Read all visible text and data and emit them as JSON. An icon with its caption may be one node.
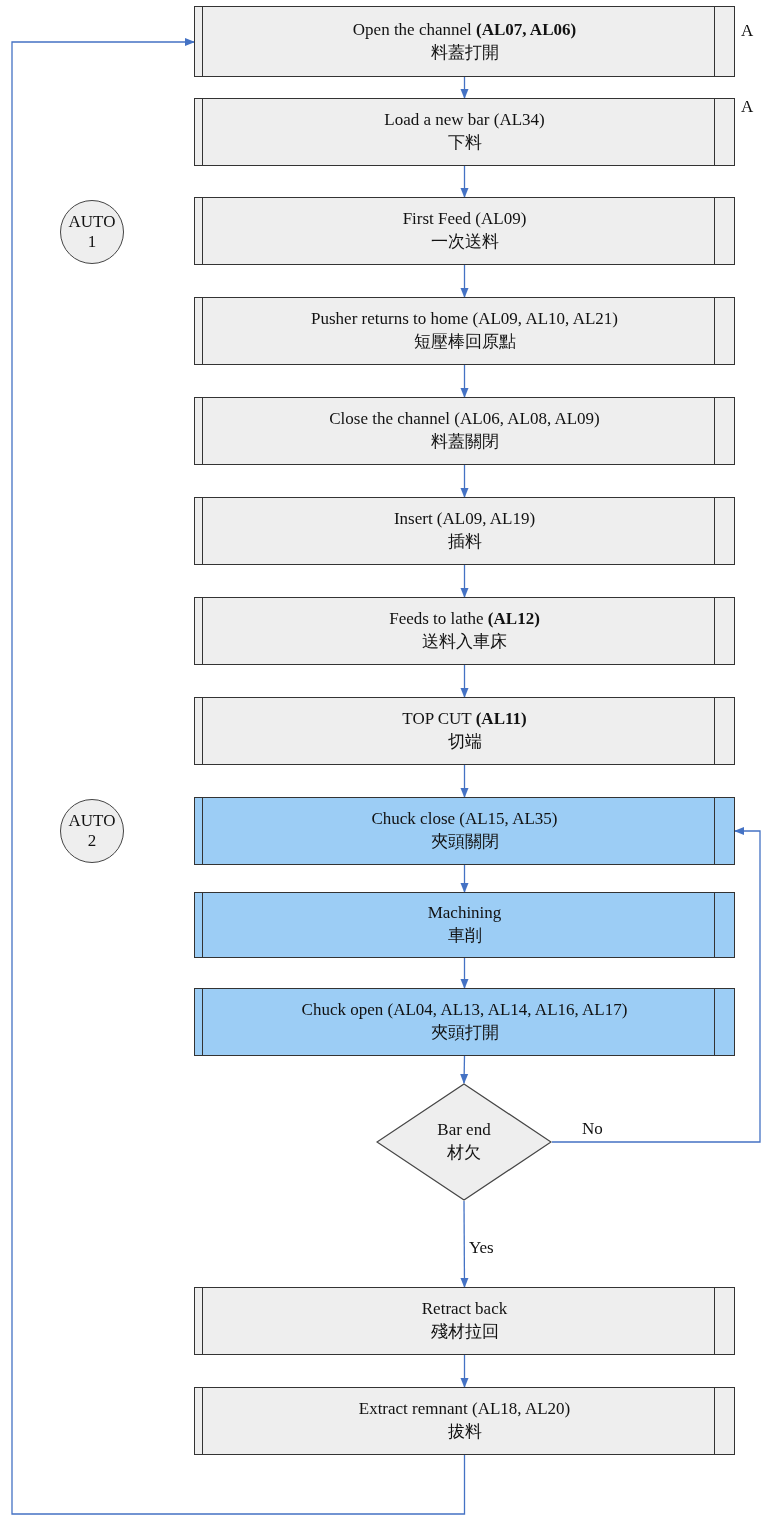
{
  "diagram": {
    "nodes": [
      {
        "text": [
          "Open the channel **(AL07, AL06)**",
          "料蓋打開"
        ]
      },
      {
        "text": [
          "Load a new bar  (AL34)",
          "下料"
        ]
      },
      {
        "text": [
          "AUTO 1"
        ]
      },
      {
        "text": [
          "First Feed (AL09)",
          "一次送料"
        ]
      },
      {
        "text": [
          "Pusher returns to home (AL09, AL10, AL21)",
          "短壓棒回原點"
        ]
      },
      {
        "text": [
          "Close the channel (AL06, AL08, AL09)",
          "料蓋關閉"
        ]
      },
      {
        "text": [
          "Insert  (AL09, AL19)",
          "插料"
        ]
      },
      {
        "text": [
          "Feeds to lathe **(AL12)**",
          "送料入車床"
        ]
      },
      {
        "text": [
          "TOP CUT **(AL11)**",
          "切端"
        ]
      },
      {
        "text": [
          "AUTO 2"
        ]
      },
      {
        "text": [
          "Chuck close  (AL15, AL35)",
          "夾頭關閉"
        ]
      },
      {
        "text": [
          "Machining",
          "車削"
        ]
      },
      {
        "text": [
          "Chuck open (AL04, AL13, AL14, AL16, AL17)",
          "夾頭打開"
        ]
      },
      {
        "text": [
          "Bar end",
          "材欠"
        ]
      },
      {
        "text": [
          "Retract back",
          "殘材拉回"
        ]
      },
      {
        "text": [
          "Extract remnant  (AL18, AL20)",
          "拔料"
        ]
      }
    ],
    "edges": [
      {
        "from": 0,
        "to": 1,
        "arrow": "to"
      },
      {
        "from": 1,
        "to": 3,
        "arrow": "to"
      },
      {
        "from": 3,
        "to": 4,
        "arrow": "to"
      },
      {
        "from": 4,
        "to": 5,
        "arrow": "to"
      },
      {
        "from": 5,
        "to": 6,
        "arrow": "to"
      },
      {
        "from": 6,
        "to": 7,
        "arrow": "to"
      },
      {
        "from": 7,
        "to": 8,
        "arrow": "to"
      },
      {
        "from": 8,
        "to": 10,
        "arrow": "to"
      },
      {
        "from": 10,
        "to": 11,
        "arrow": "to"
      },
      {
        "from": 11,
        "to": 12,
        "arrow": "to"
      },
      {
        "from": 12,
        "to": 13,
        "arrow": "to"
      },
      {
        "from": 13,
        "to": 10,
        "arrow": "to",
        "label": "No"
      },
      {
        "from": 13,
        "to": 14,
        "arrow": "to",
        "label": "Yes"
      },
      {
        "from": 14,
        "to": 15,
        "arrow": "to"
      },
      {
        "from": 15,
        "to": 0,
        "arrow": "to"
      }
    ],
    "labels": [
      "A",
      "A"
    ]
  }
}
